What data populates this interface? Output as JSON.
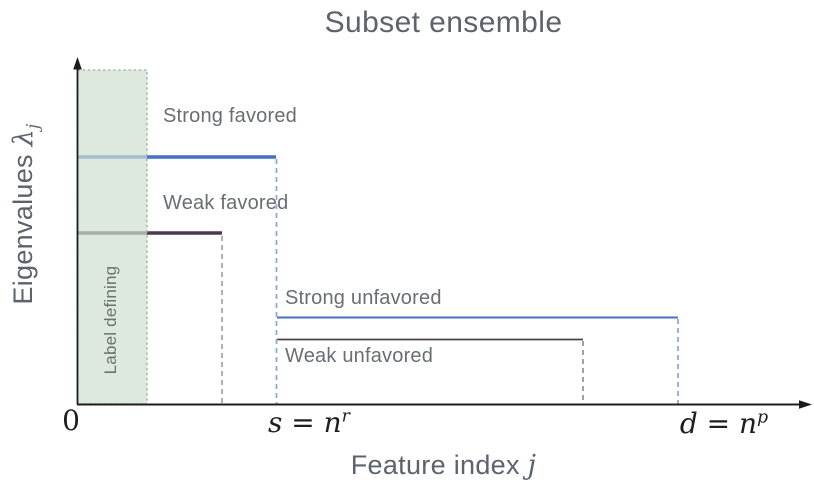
{
  "title": "Subset ensemble",
  "axis": {
    "y_label_text": "Eigenvalues ",
    "y_label_math": "λ",
    "y_label_sub": "j",
    "x_label_text": "Feature index ",
    "x_label_math": "j",
    "tick_origin": "0",
    "tick_s_base": "s = n",
    "tick_s_sup": "r",
    "tick_d_base": "d = n",
    "tick_d_sup": "p"
  },
  "region": {
    "label": "Label defining",
    "fill": "#cfe0d2",
    "border": "#9fae9f"
  },
  "series": [
    {
      "name": "strong-favored",
      "label": "Strong favored",
      "color": "#4472c4",
      "x_start": "0",
      "x_end": "s = n^r",
      "level": "high"
    },
    {
      "name": "weak-favored",
      "label": "Weak favored",
      "color": "#4e3a4d",
      "x_start": "0",
      "x_end": "below s",
      "level": "medium"
    },
    {
      "name": "strong-unfavored",
      "label": "Strong unfavored",
      "color": "#4472c4",
      "x_start": "s = n^r",
      "x_end": "d = n^p",
      "level": "low"
    },
    {
      "name": "weak-unfavored",
      "label": "Weak unfavored",
      "color": "#4a4149",
      "x_start": "s = n^r",
      "x_end": "below d",
      "level": "lowest"
    }
  ],
  "colors": {
    "axis": "#1c1c1c",
    "dash_blue": "#8faadc",
    "dash_gray": "#9d9d9d",
    "dash_gray_dark": "#8f8692",
    "text_gray": "#5c636d"
  }
}
